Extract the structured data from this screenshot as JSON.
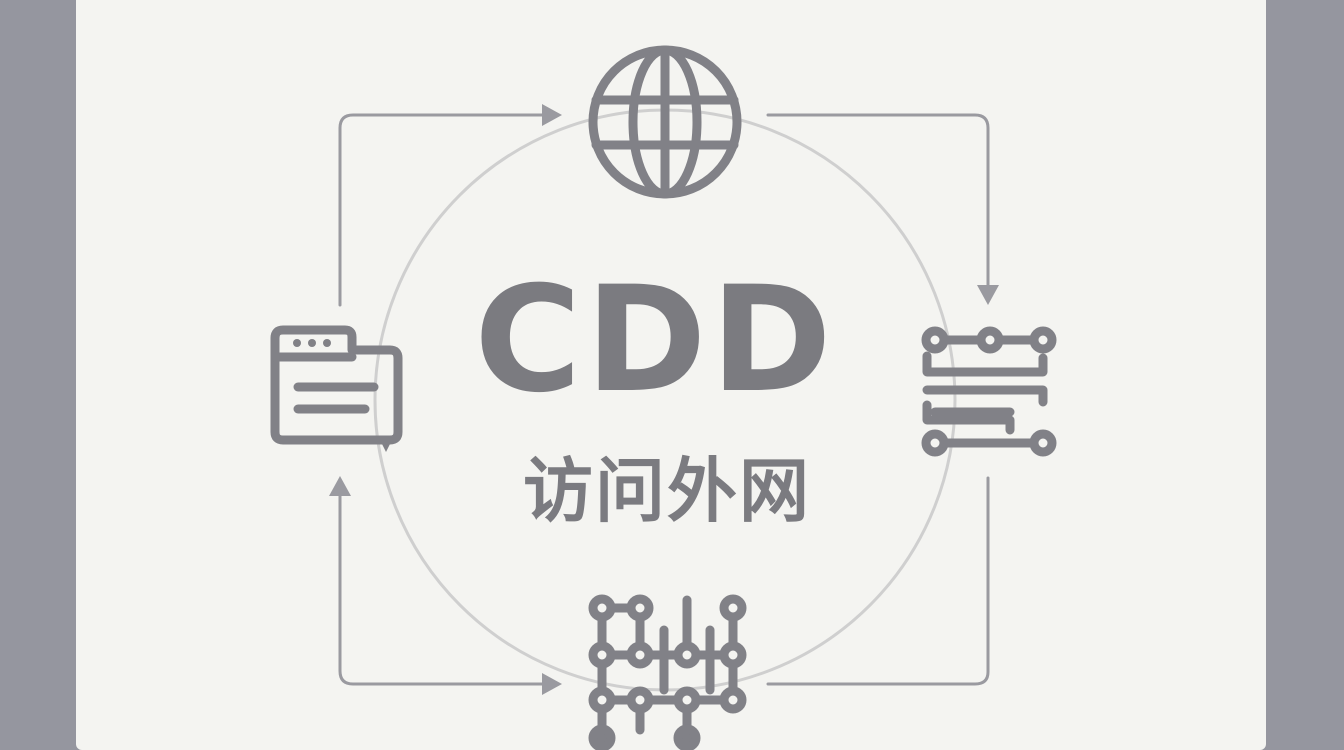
{
  "diagram": {
    "title": "CDD",
    "subtitle": "访问外网",
    "nodes": [
      {
        "id": "globe",
        "icon": "globe-icon"
      },
      {
        "id": "network-switch",
        "icon": "network-nodes-icon"
      },
      {
        "id": "node-grid",
        "icon": "node-grid-icon"
      },
      {
        "id": "browser-window",
        "icon": "browser-window-icon"
      }
    ],
    "flow": [
      "browser-window",
      "globe",
      "network-switch",
      "node-grid",
      "browser-window"
    ],
    "colors": {
      "background": "#95969f",
      "card": "#f4f4f1",
      "icon": "#818187",
      "connector": "#9a9aa0",
      "ring": "#cfcfcf"
    }
  }
}
